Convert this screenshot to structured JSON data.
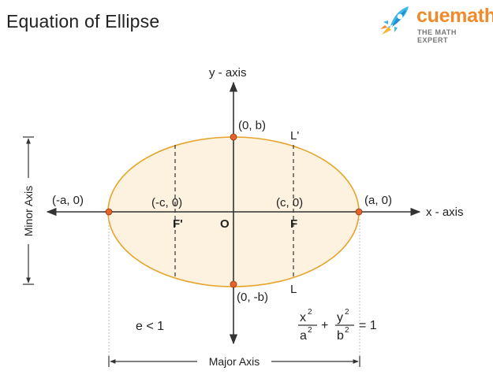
{
  "header": {
    "title": "Equation of Ellipse"
  },
  "brand": {
    "name": "cuemath",
    "tagline": "THE MATH EXPERT",
    "logo_icon": "rocket-icon",
    "color": "#f18a2c"
  },
  "diagram": {
    "y_axis_label": "y - axis",
    "x_axis_label": "x - axis",
    "origin_label": "O",
    "top_vertex_label": "(0, b)",
    "bottom_vertex_label": "(0, -b)",
    "left_vertex_label": "(-a, 0)",
    "right_vertex_label": "(a, 0)",
    "left_focus_coord_label": "(-c, 0)",
    "right_focus_coord_label": "(c, 0)",
    "left_focus_label": "F'",
    "right_focus_label": "F",
    "latus_top_label": "L'",
    "latus_bottom_label": "L",
    "minor_axis_label": "Minor Axis",
    "major_axis_label": "Major Axis",
    "eccentricity_note": "e < 1",
    "equation": {
      "x_num": "x",
      "x_num_exp": "2",
      "x_den": "a",
      "x_den_exp": "2",
      "plus": "+",
      "y_num": "y",
      "y_num_exp": "2",
      "y_den": "b",
      "y_den_exp": "2",
      "equals": "= 1"
    },
    "colors": {
      "ellipse_fill": "#fdf1df",
      "ellipse_stroke": "#e6a42a",
      "point_fill": "#e8622c",
      "axis": "#333333"
    }
  }
}
